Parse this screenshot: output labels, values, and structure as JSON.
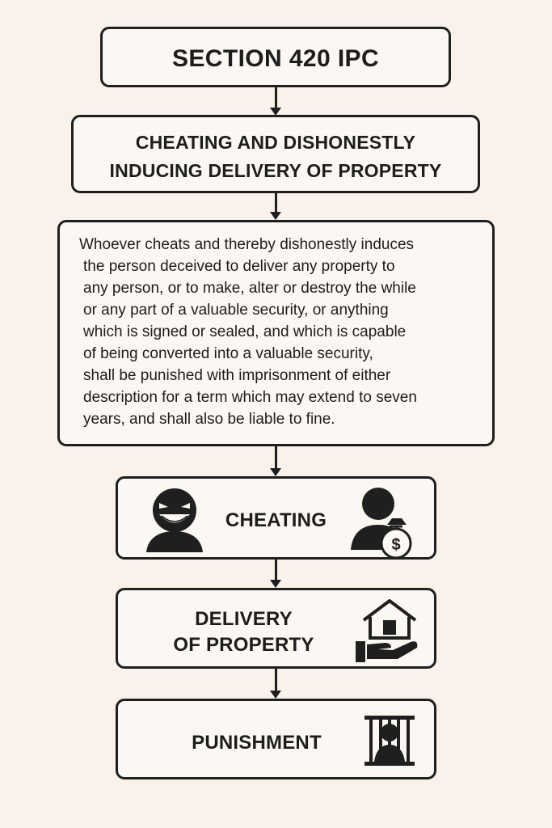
{
  "title": "SECTION 420 IPC",
  "subtitle_line1": "CHEATING AND DISHONESTLY",
  "subtitle_line2": "INDUCING DELIVERY OF PROPERTY",
  "description_lines": [
    "Whoever cheats and thereby dishonestly induces",
    "the person deceived to deliver any property to",
    "any person, or to make, alter or destroy the while",
    "or any part of a valuable security, or anything",
    "which is signed or sealed, and which is capable",
    "of being converted into a valuable security,",
    "shall be punished with imprisonment of either",
    "description for a term which may extend to seven",
    "years, and shall also be liable to fine."
  ],
  "steps": {
    "cheating": "CHEATING",
    "delivery_line1": "DELIVERY",
    "delivery_line2": "OF PROPERTY",
    "punishment": "PUNISHMENT"
  },
  "icons": {
    "money_bag_symbol": "$",
    "cheater": "grinning-face-icon",
    "victim": "person-with-money-bag-icon",
    "delivery": "house-on-hand-icon",
    "punishment": "prisoner-behind-bars-icon"
  },
  "colors": {
    "background": "#f9f2ea",
    "box_fill": "#fbf7f2",
    "stroke": "#1f1f1f"
  }
}
